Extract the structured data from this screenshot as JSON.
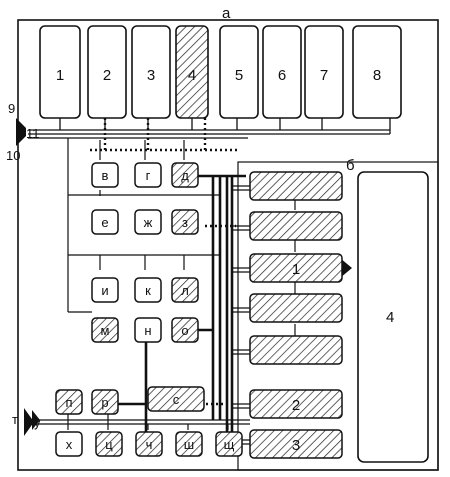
{
  "labels": {
    "region_a": "а",
    "region_b": "б",
    "arrow_9": "9",
    "arrow_10": "10",
    "arrow_11": "11",
    "arrow_t": "т",
    "arrow_u": "у"
  },
  "top_units": [
    {
      "label": "1",
      "hatched": false
    },
    {
      "label": "2",
      "hatched": false
    },
    {
      "label": "3",
      "hatched": false
    },
    {
      "label": "4",
      "hatched": true
    },
    {
      "label": "5",
      "hatched": false
    },
    {
      "label": "6",
      "hatched": false
    },
    {
      "label": "7",
      "hatched": false
    },
    {
      "label": "8",
      "hatched": false
    }
  ],
  "control_boxes": [
    {
      "label": "в",
      "hatched": false
    },
    {
      "label": "г",
      "hatched": false
    },
    {
      "label": "д",
      "hatched": true
    },
    {
      "label": "е",
      "hatched": false
    },
    {
      "label": "ж",
      "hatched": false
    },
    {
      "label": "з",
      "hatched": true
    },
    {
      "label": "и",
      "hatched": false
    },
    {
      "label": "к",
      "hatched": false
    },
    {
      "label": "л",
      "hatched": true
    },
    {
      "label": "м",
      "hatched": true
    },
    {
      "label": "н",
      "hatched": false
    },
    {
      "label": "о",
      "hatched": true
    },
    {
      "label": "п",
      "hatched": true
    },
    {
      "label": "р",
      "hatched": true
    },
    {
      "label": "с",
      "hatched": true
    },
    {
      "label": "х",
      "hatched": false
    },
    {
      "label": "ц",
      "hatched": true
    },
    {
      "label": "ч",
      "hatched": true
    },
    {
      "label": "ш",
      "hatched": true
    },
    {
      "label": "щ",
      "hatched": true
    }
  ],
  "right_blocks": [
    {
      "label": "",
      "hatched": true
    },
    {
      "label": "",
      "hatched": true
    },
    {
      "label": "1",
      "hatched": true
    },
    {
      "label": "",
      "hatched": true
    },
    {
      "label": "",
      "hatched": true
    },
    {
      "label": "2",
      "hatched": true
    },
    {
      "label": "3",
      "hatched": true
    }
  ],
  "tall_block": {
    "label": "4"
  }
}
